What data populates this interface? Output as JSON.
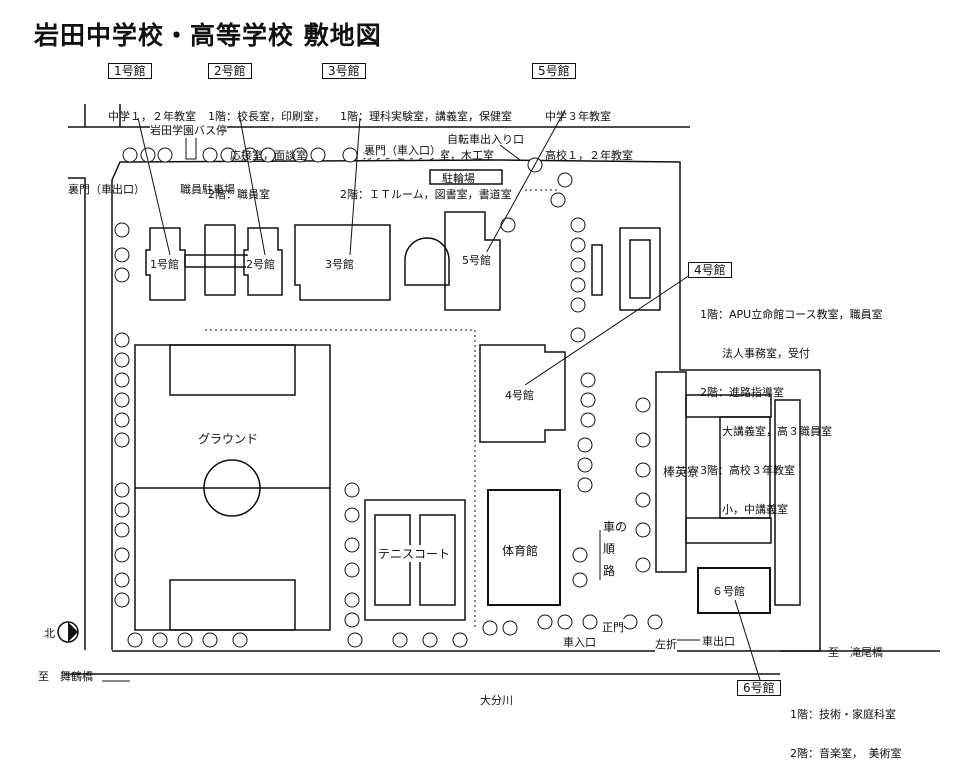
{
  "title": "岩田中学校・高等学校 敷地図",
  "buildings": [
    {
      "id": "b1",
      "label": "1号館",
      "lines": [
        "中学１，２年教室"
      ]
    },
    {
      "id": "b2",
      "label": "2号館",
      "lines": [
        "1階：校長室，印刷室，",
        "　　応接室，面談室",
        "2階：職員室"
      ]
    },
    {
      "id": "b3",
      "label": "3号館",
      "lines": [
        "1階：理科実験室，講義室，保健室",
        "　　カウンセリング室，木工室",
        "2階：ＩＴルーム，図書室，書道室"
      ]
    },
    {
      "id": "b5",
      "label": "5号館",
      "lines": [
        "中学３年教室",
        "高校１，２年教室"
      ]
    },
    {
      "id": "b4",
      "label": "4号館",
      "lines": [
        "1階：APU立命館コース教室，職員室",
        "　　法人事務室，受付",
        "2階：進路指導室",
        "　　大講義室，高３職員室",
        "3階：高校３年教室",
        "　　小，中講義室"
      ]
    },
    {
      "id": "b6",
      "label": "6号館",
      "lines": [
        "1階：技術・家庭科室",
        "2階：音楽室，　美術室"
      ]
    }
  ],
  "map_labels": {
    "bus_stop": "岩田学園バス停",
    "back_gate_entry": "裏門（車入口）",
    "bicycle_entry": "自転車出入り口",
    "bicycle_parking": "駐輪場",
    "back_gate_exit": "裏門（車出口）",
    "staff_parking": "職員駐車場",
    "b1_map": "1号館",
    "b2_map": "2号館",
    "b3_map": "3号館",
    "b5_map": "5号館",
    "b4_map": "4号館",
    "b6_map": "６号館",
    "ground": "グラウンド",
    "tennis": "テニスコート",
    "gym": "体育館",
    "dorm": "棒英寮",
    "car_route_1": "車の",
    "car_route_2": "順",
    "car_route_3": "路",
    "main_gate": "正門",
    "car_entry": "車入口",
    "left_turn": "左折",
    "car_exit": "車出口",
    "north": "北",
    "to_takio": "至　滝尾橋",
    "to_maizuru": "至　舞鶴橋",
    "river": "大分川"
  }
}
